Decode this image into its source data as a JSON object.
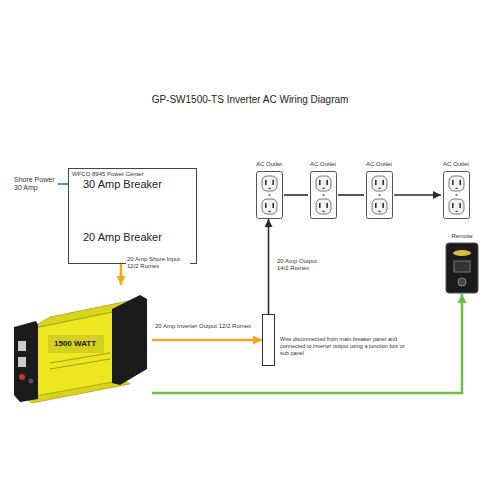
{
  "diagram": {
    "title": "GP-SW1500-TS Inverter AC Wiring Diagram",
    "nodes": [
      {
        "text": [
          "Shore Power 30 Amp"
        ]
      },
      {
        "text": [
          "WFCO 8945 Power Center"
        ]
      },
      {
        "text": [
          "30 Amp Breaker"
        ],
        "in": 1
      },
      {
        "text": [
          "20 Amp Breaker"
        ],
        "in": 1
      },
      {
        "text": [
          "AC Outlet"
        ]
      },
      {
        "text": [
          "AC Outlet"
        ]
      },
      {
        "text": [
          "AC Outlet"
        ]
      },
      {
        "text": [
          "AC Outlet"
        ]
      },
      {
        "text": [
          "Remote"
        ]
      },
      {
        "text": [
          "1500 WATT"
        ]
      },
      {
        "text": [
          "Wire disconnected from main breaker panel and connected to inverter output using a junction box or sub panel"
        ]
      }
    ],
    "edges": [
      {
        "from": 0,
        "to": 2,
        "arrow": "to"
      },
      {
        "from": 2,
        "to": 3,
        "arrow": "to"
      },
      {
        "from": 3,
        "to": 9,
        "arrow": "to",
        "label": "20 Amp Shore Input 12/2 Romex"
      },
      {
        "from": 9,
        "to": 10,
        "arrow": "to",
        "label": "20 Amp Inverter Output 12/2 Romex"
      },
      {
        "from": 10,
        "to": 4,
        "arrow": "to",
        "label": "20 Amp Output 14/2 Romex"
      },
      {
        "from": 4,
        "to": 5,
        "arrow": "none"
      },
      {
        "from": 5,
        "to": 6,
        "arrow": "none"
      },
      {
        "from": 6,
        "to": 7,
        "arrow": "to"
      },
      {
        "from": 9,
        "to": 8,
        "arrow": "to"
      }
    ]
  }
}
